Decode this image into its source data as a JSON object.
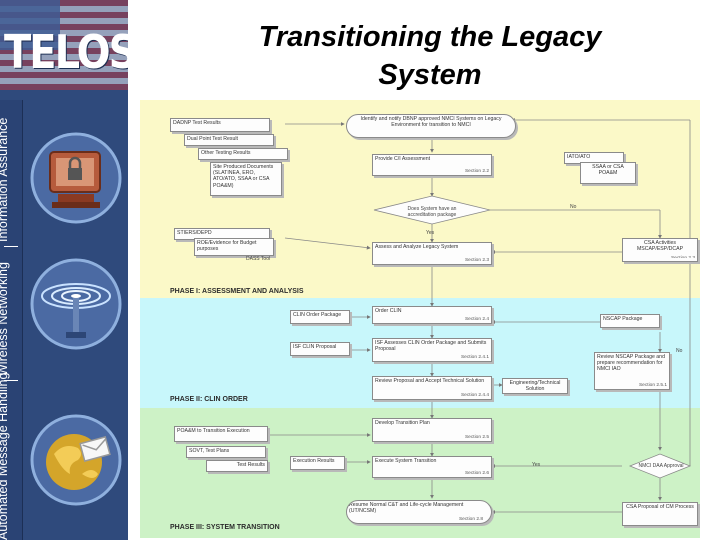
{
  "title": {
    "line1": "Transitioning the Legacy",
    "line2": "System"
  },
  "sidebar": {
    "logo": "TELOS",
    "sections": [
      "Information Assurance",
      "Wireless Networking",
      "Automated Message Handling"
    ],
    "icons": [
      "computer-lock-icon",
      "wireless-antenna-icon",
      "globe-message-icon"
    ]
  },
  "phases": [
    "PHASE I: ASSESSMENT AND ANALYSIS",
    "PHASE II: CLIN ORDER",
    "PHASE III: SYSTEM TRANSITION"
  ],
  "nodes": {
    "identify": "Identify and notify DBNP approved NMCI Systems on Legacy Environment for transition to NMCI",
    "docs_top": "DADNP Test Results",
    "docs_2": "Dual Point Test Result",
    "docs_3": "Other Testing Results",
    "docs_4": "Site Produced Documents (SLATINEA, ERO, ATO/ATO, SSAA or CSA POA&M)",
    "provide_ci": "Provide C/I Assessment",
    "provide_ci_ref": "Section 2.2",
    "iatdatd": "IATO/ATO",
    "ssaa": "SSAA or CSA POA&M",
    "diamond": "Does System have an accreditation package",
    "yes": "Yes",
    "no": "No",
    "stiers": "STIERS/DEPD",
    "roe": "ROE/Evidence for Budget purposes",
    "dass": "DASS Tool",
    "assess": "Assess and Analyze Legacy System",
    "assess_ref": "Section 2.3",
    "csa_review": "CSA Activities MSCAP/ESP/DCAP",
    "csa_ref": "Section 2.3",
    "clin_pkg": "CLIN Order Package",
    "order_clin": "Order CLIN",
    "order_ref": "Section 2.4",
    "nscap": "NSCAP Package",
    "isf_prop": "ISF CLIN Proposal",
    "isf_assess": "ISF Assesses CLIN Order Package and Submits Proposal",
    "isf_ref": "Section 2.4.1",
    "review_nscap": "Review NSCAP Package and prepare recommendation for NMCI IAO",
    "review_nscap_ref": "Section 2.5.1",
    "review_prop": "Review Proposal and Accept Technical Solution",
    "review_prop_ref": "Section 2.4.4",
    "eng_tech": "Engineering/Technical Solution",
    "develop": "Develop Transition Plan",
    "develop_ref": "Section 2.5",
    "poam": "POA&M to Transition Execution",
    "sovt": "SOVT, Test Plans",
    "test_results": "Test Results",
    "exec_results": "Execution Results",
    "execute": "Execute System Transition",
    "execute_ref": "Section 2.6",
    "nmci_daa": "NMCI DAA Approval",
    "resume": "Resume Normal C&T and Life-cycle Management (UT/NCSM)",
    "resume_ref": "Section 2.8",
    "csa_proposal": "CSA Proposal of CM Process"
  }
}
